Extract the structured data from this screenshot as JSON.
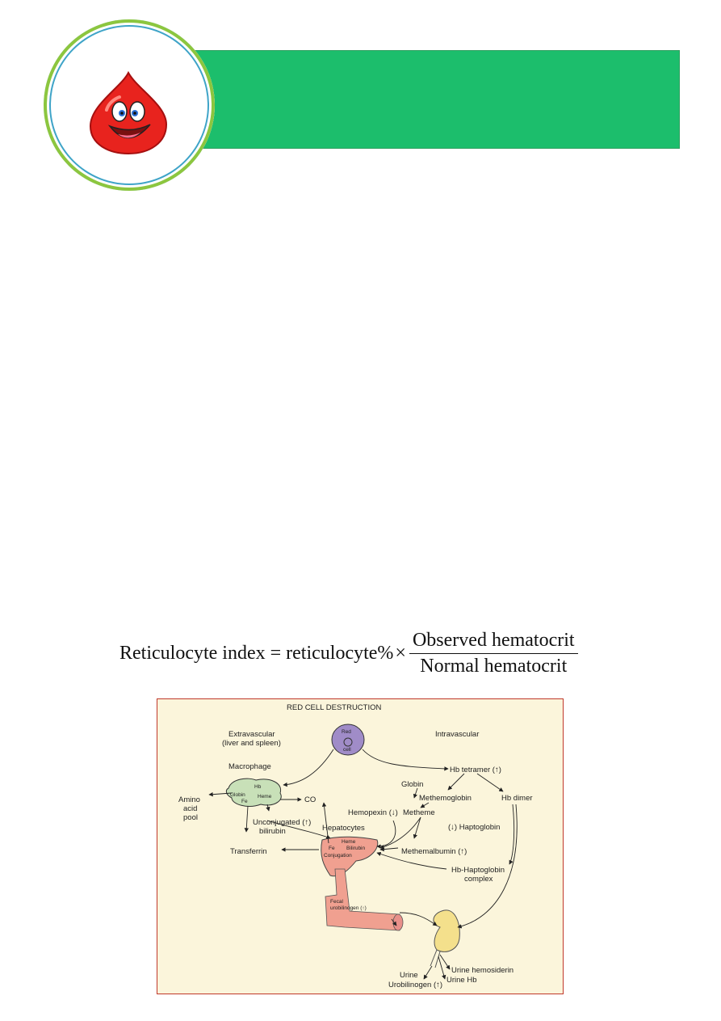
{
  "formula": {
    "lhs": "Reticulocyte index",
    "equals": "=",
    "term": "reticulocyte%",
    "times": "×",
    "numerator": "Observed hematocrit",
    "denominator": "Normal hematocrit"
  },
  "diagram": {
    "title": "RED CELL DESTRUCTION",
    "extravascular_1": "Extravascular",
    "extravascular_2": "(liver and spleen)",
    "intravascular": "Intravascular",
    "red_1": "Red",
    "red_2": "cell",
    "macrophage": "Macrophage",
    "hb": "Hb",
    "globin_in": "Globin",
    "heme_in": "Heme",
    "fe_in": "Fe",
    "amino_1": "Amino",
    "amino_2": "acid",
    "amino_3": "pool",
    "co": "CO",
    "unconj_1": "Unconjugated (↑)",
    "unconj_2": "bilirubin",
    "transferrin": "Transferrin",
    "hb_tetramer": "Hb tetramer (↑)",
    "globin": "Globin",
    "methemoglobin": "Methemoglobin",
    "hb_dimer": "Hb dimer",
    "hemopexin": "Hemopexin (↓)",
    "metheme": "Metheme",
    "hepatocytes": "Hepatocytes",
    "hep_heme": "Heme",
    "hep_fe": "Fe",
    "hep_bilirubin": "Bilirubin",
    "hep_conjugation": "Conjugation",
    "haptoglobin": "(↓) Haptoglobin",
    "methemalbumin": "Methemalbumin (↑)",
    "hbhap_1": "Hb-Haptoglobin",
    "hbhap_2": "complex",
    "fecal_1": "Fecal",
    "fecal_2": "urobilinogen (↑)",
    "urine_hemosiderin": "Urine hemosiderin",
    "urine_hb": "Urine Hb",
    "urine": "Urine",
    "urine_urobilinogen": "Urobilinogen (↑)"
  }
}
